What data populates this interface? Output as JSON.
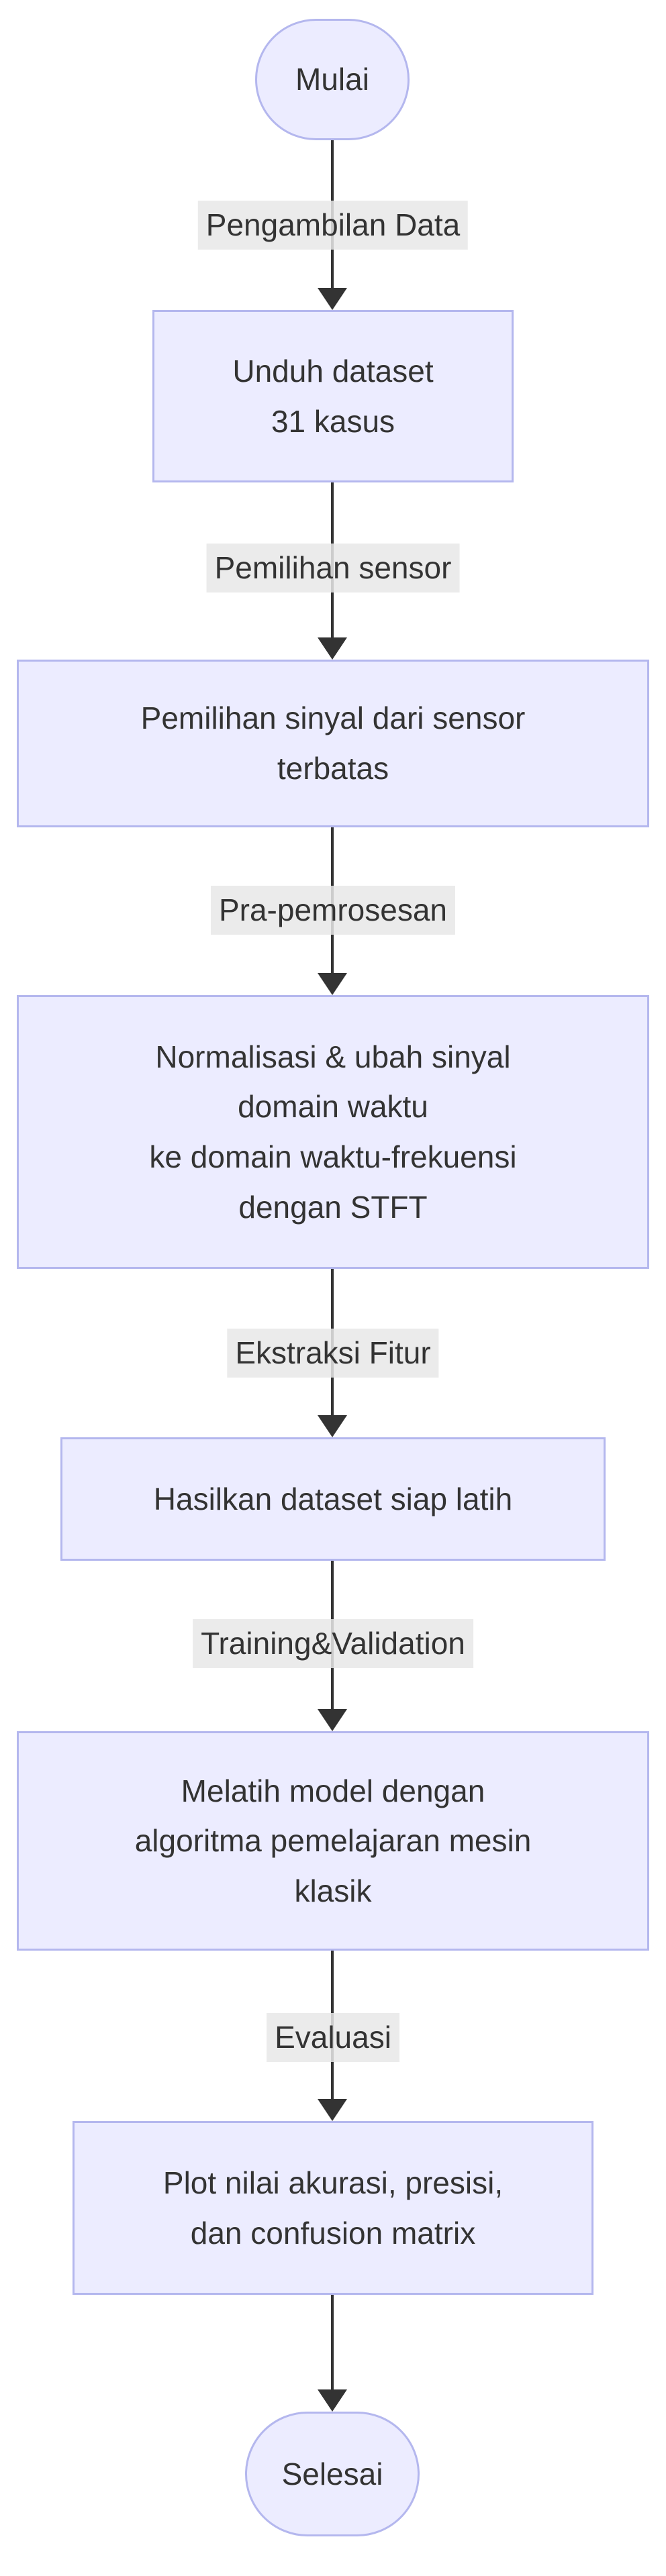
{
  "flowchart": {
    "direction": "top-down",
    "colors": {
      "background": "#FFFFFF",
      "node_fill": "#ECECFF",
      "node_border": "#B4B7EE",
      "node_text": "#333333",
      "edge_color": "#333333",
      "edge_label_bg": "#E8E8E8",
      "edge_label_text": "#333333"
    },
    "start_node": {
      "type": "stadium",
      "label": "Mulai"
    },
    "end_node": {
      "type": "stadium",
      "label": "Selesai"
    },
    "steps": [
      {
        "edge_label": "Pengambilan Data",
        "node_type": "process",
        "node_lines": [
          "Unduh dataset",
          "31 kasus"
        ]
      },
      {
        "edge_label": "Pemilihan sensor",
        "node_type": "process",
        "node_lines": [
          "Pemilihan sinyal dari sensor",
          "terbatas"
        ]
      },
      {
        "edge_label": "Pra-pemrosesan",
        "node_type": "process",
        "node_lines": [
          "Normalisasi & ubah sinyal",
          "domain waktu",
          "ke domain waktu-frekuensi",
          "dengan STFT"
        ]
      },
      {
        "edge_label": "Ekstraksi Fitur",
        "node_type": "process",
        "node_lines": [
          "Hasilkan dataset siap latih"
        ]
      },
      {
        "edge_label": "Training&Validation",
        "node_type": "process",
        "node_lines": [
          "Melatih model dengan",
          "algoritma pemelajaran mesin",
          "klasik"
        ]
      },
      {
        "edge_label": "Evaluasi",
        "node_type": "process",
        "node_lines": [
          "Plot nilai akurasi, presisi,",
          "dan confusion matrix"
        ]
      }
    ]
  }
}
